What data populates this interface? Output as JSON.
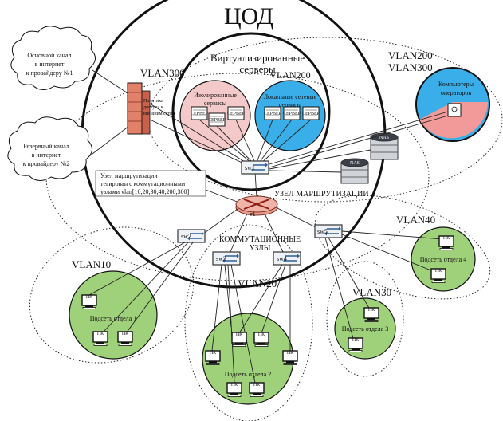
{
  "title": "ЦОД",
  "isp_clouds": {
    "primary": [
      "Основной канал",
      "в интернет",
      "к провайдеру №1"
    ],
    "backup": [
      "Резервный канал",
      "в интернет",
      "к провайдеру №2"
    ]
  },
  "firewall_text": [
    "Политика",
    "доступа к",
    "внешним сетям"
  ],
  "virtual_servers": {
    "title": [
      "Виртуализированные",
      "серверы"
    ],
    "isolated": [
      "Изолированные",
      "сервисы"
    ],
    "local": [
      "Локальные сетевые",
      "сервисы"
    ],
    "server_label": "СЕРВЕР"
  },
  "vlans": {
    "vlan300": "VLAN300",
    "vlan200_inner": "VLAN200",
    "vlan200_300": [
      "VLAN200",
      "VLAN300"
    ],
    "vlan10": "VLAN10",
    "vlan20": "VLAN20",
    "vlan30": "VLAN30",
    "vlan40": "VLAN40"
  },
  "operators": [
    "Компьютеры",
    "операторов"
  ],
  "nas_label": "NAS",
  "routing_note": [
    "Узел маршрутизации",
    "тегирован с коммутационными",
    "узлами vlan[10,20,30,40,200,300]"
  ],
  "routing_node": "УЗЕЛ МАРШРУТИЗАЦИИ",
  "switching_nodes": [
    "КОММУТАЦИОННЫЕ",
    "УЗЛЫ"
  ],
  "devices": {
    "sw1": "sw1",
    "sw2": "sw2",
    "sw3": "sw3",
    "sw4": "sw4",
    "sw5": "sw5",
    "r1": "r1",
    "pc": "ПК"
  },
  "subnets": {
    "s1": "Подсеть отдела 1",
    "s2": "Подсеть отдела 2",
    "s3": "Подсеть отдела 3",
    "s4": "Подсеть отдела 4"
  },
  "colors": {
    "subnet_green": "#9fd07a",
    "isolated_pink": "#f3c9c9",
    "local_blue": "#3aaee8",
    "operators_blue": "#3aaee8",
    "operators_pink": "#f2999a",
    "firewall": "#e2816a"
  }
}
